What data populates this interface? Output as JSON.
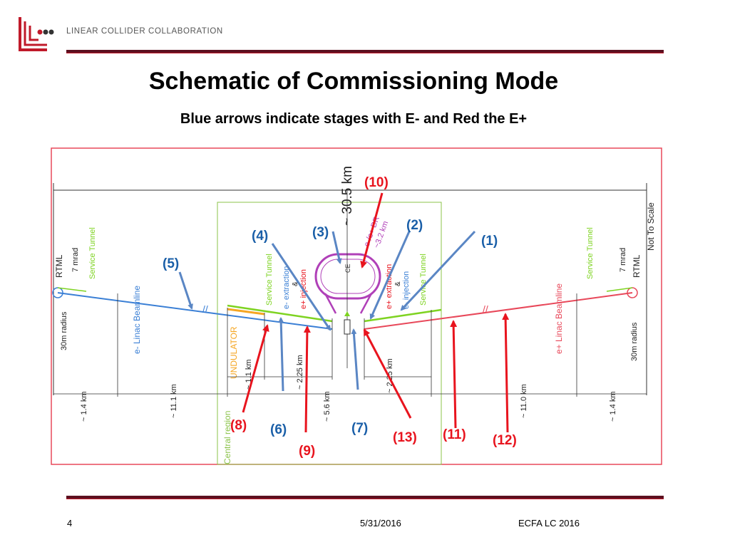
{
  "header": {
    "org_name": "LINEAR COLLIDER COLLABORATION"
  },
  "slide": {
    "title": "Schematic of Commissioning Mode",
    "subtitle": "Blue arrows indicate stages with E- and Red the E+"
  },
  "diagram": {
    "dimensions": {
      "total_length": "~ 30.5 km",
      "not_to_scale": "Not To Scale",
      "left_rtml": "~ 1.4 km",
      "left_linac": "~ 11.1 km",
      "undulator_len": "~ 1.1 km",
      "left_mid": "~ 2.25 km",
      "center": "~ 5.6 km",
      "right_mid": "~ 2.25 km",
      "right_linac": "~ 11.0 km",
      "right_rtml": "~ 1.4 km"
    },
    "labels": {
      "rtml_left": "RTML",
      "mrad_left": "7 mrad",
      "service_tunnel_left": "Service Tunnel",
      "radius_left": "30m radius",
      "linac_left": "e- Linac Beamline",
      "rtml_right": "RTML",
      "mrad_right": "7 mrad",
      "service_tunnel_right": "Service Tunnel",
      "radius_right": "30m radius",
      "linac_right": "e+ Linac Beamline",
      "undulator": "UNDULATOR",
      "central_region": "Central region",
      "service_tunnel_center_left": "Service Tunnel",
      "e_minus_extraction": "e- extraction",
      "amp": "&",
      "e_plus_injection": "e+ injection",
      "e_plus_extraction": "e+ extraction",
      "e_minus_injection": "e- injection",
      "service_tunnel_center_right": "Service Tunnel",
      "dr_label": "e-/e+ DR",
      "dr_size": "~3.2 km",
      "ce": "CE"
    },
    "stages": [
      {
        "id": "1",
        "label": "(1)",
        "color": "#1a5fa8"
      },
      {
        "id": "2",
        "label": "(2)",
        "color": "#1a5fa8"
      },
      {
        "id": "3",
        "label": "(3)",
        "color": "#1a5fa8"
      },
      {
        "id": "4",
        "label": "(4)",
        "color": "#1a5fa8"
      },
      {
        "id": "5",
        "label": "(5)",
        "color": "#1a5fa8"
      },
      {
        "id": "6",
        "label": "(6)",
        "color": "#1a5fa8"
      },
      {
        "id": "7",
        "label": "(7)",
        "color": "#1a5fa8"
      },
      {
        "id": "8",
        "label": "(8)",
        "color": "#e8141e"
      },
      {
        "id": "9",
        "label": "(9)",
        "color": "#e8141e"
      },
      {
        "id": "10",
        "label": "(10)",
        "color": "#e8141e"
      },
      {
        "id": "11",
        "label": "(11)",
        "color": "#e8141e"
      },
      {
        "id": "12",
        "label": "(12)",
        "color": "#e8141e"
      },
      {
        "id": "13",
        "label": "(13)",
        "color": "#e8141e"
      }
    ]
  },
  "footer": {
    "page_number": "4",
    "date": "5/31/2016",
    "event": "ECFA  LC 2016"
  },
  "colors": {
    "accent_red": "#c01a2a",
    "blue_arrow": "#1a5fa8",
    "red_arrow": "#e8141e",
    "line_blue": "#3a7fd5",
    "line_red": "#e8485a",
    "service_green": "#7ed321",
    "undulator_orange": "#f5a623",
    "dr_magenta": "#b040b8"
  }
}
